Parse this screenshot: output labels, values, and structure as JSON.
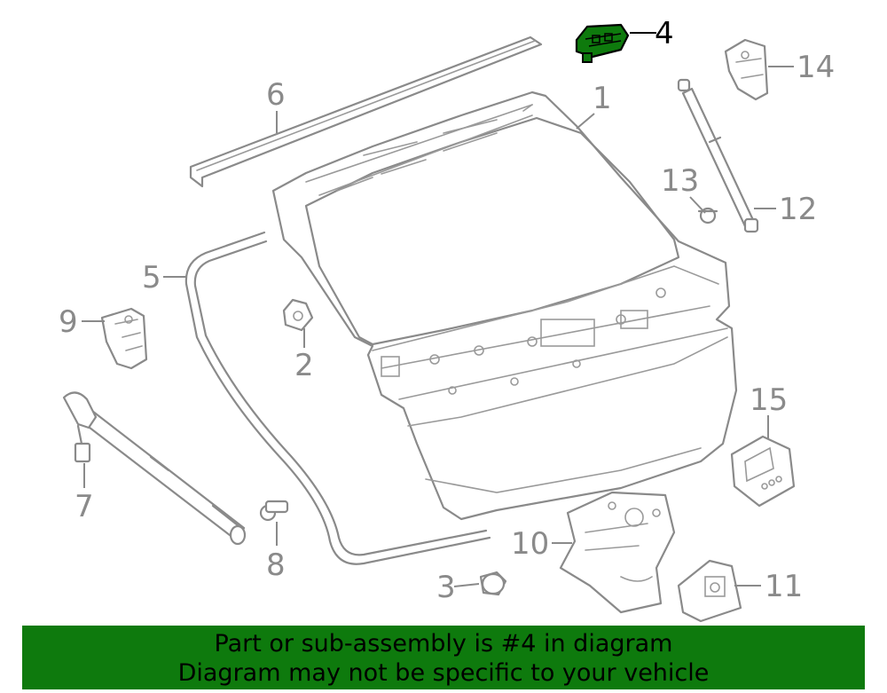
{
  "callouts": {
    "n1": "1",
    "n2": "2",
    "n3": "3",
    "n4": "4",
    "n5": "5",
    "n6": "6",
    "n7": "7",
    "n8": "8",
    "n9": "9",
    "n10": "10",
    "n11": "11",
    "n12": "12",
    "n13": "13",
    "n14": "14",
    "n15": "15"
  },
  "highlight": {
    "part_number": "4",
    "color": "#0e7a0d"
  },
  "banner": {
    "line1": "Part or sub-assembly is #4 in diagram",
    "line2": "Diagram may not be specific to your vehicle",
    "background": "#0e7a0d"
  }
}
